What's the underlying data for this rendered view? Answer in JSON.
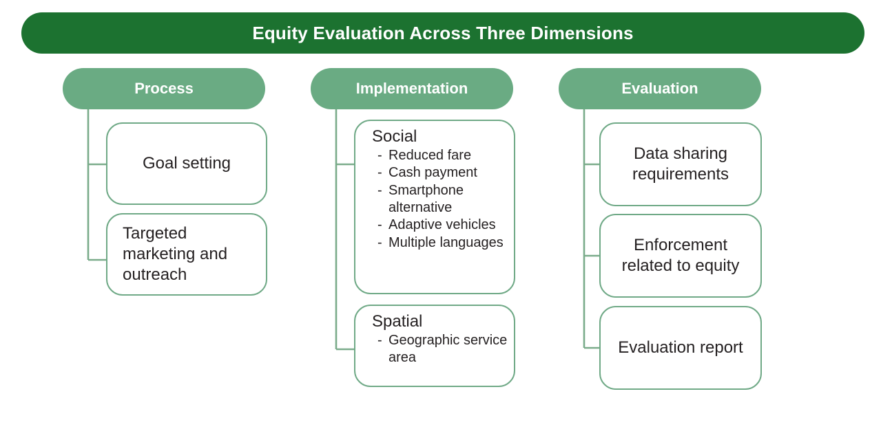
{
  "diagram": {
    "title": "Equity Evaluation Across Three Dimensions",
    "colors": {
      "title_bar": "#1c7230",
      "column_header": "#6aab83",
      "box_border": "#6fa986",
      "connector": "#7aab8a",
      "box_fill": "#ffffff",
      "text": "#231f20",
      "header_text": "#ffffff"
    },
    "columns": [
      {
        "id": "process",
        "header": "Process",
        "nodes": [
          {
            "id": "goal-setting",
            "label": "Goal setting",
            "align": "center",
            "items": []
          },
          {
            "id": "targeted-marketing",
            "label": "Targeted marketing and outreach",
            "align": "left",
            "items": []
          }
        ]
      },
      {
        "id": "implementation",
        "header": "Implementation",
        "nodes": [
          {
            "id": "social",
            "label": "Social",
            "align": "list",
            "items": [
              "Reduced fare",
              "Cash payment",
              "Smartphone alternative",
              "Adaptive vehicles",
              "Multiple languages"
            ]
          },
          {
            "id": "spatial",
            "label": "Spatial",
            "align": "list",
            "items": [
              "Geographic service area"
            ]
          }
        ]
      },
      {
        "id": "evaluation",
        "header": "Evaluation",
        "nodes": [
          {
            "id": "data-sharing",
            "label": "Data sharing requirements",
            "align": "center",
            "items": []
          },
          {
            "id": "enforcement",
            "label": "Enforcement related to equity",
            "align": "center",
            "items": []
          },
          {
            "id": "evaluation-report",
            "label": "Evaluation report",
            "align": "center",
            "items": []
          }
        ]
      }
    ]
  }
}
